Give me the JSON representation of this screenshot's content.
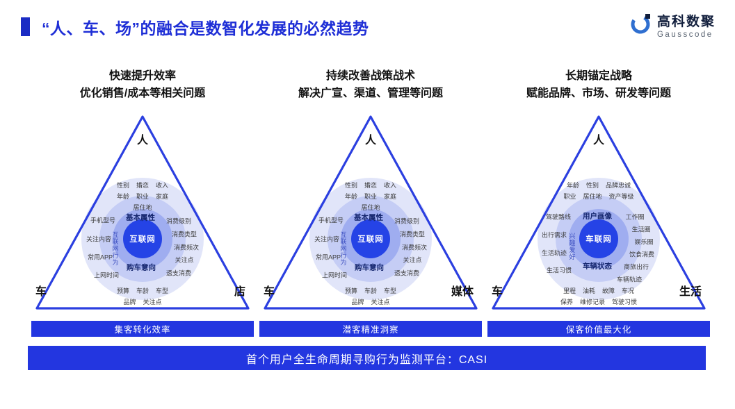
{
  "header": {
    "title": "“人、车、场”的融合是数智化发展的必然趋势",
    "logo": {
      "name": "高科数聚",
      "sub": "Gausscode"
    }
  },
  "columns": [
    {
      "heading_line1": "快速提升效率",
      "heading_line2": "优化销售/成本等相关问题",
      "vertices": {
        "top": "人",
        "left": "车",
        "right": "店"
      },
      "center": "互联网",
      "ring_top_label": "基本属性",
      "ring_bottom_label": "购车意向",
      "vertical_label": "互联网行为",
      "top_labels": [
        [
          "性别",
          "婚恋",
          "收入"
        ],
        [
          "年龄",
          "职业",
          "家庭"
        ],
        [
          "居住地"
        ]
      ],
      "left_labels": [
        "手机型号",
        "关注内容",
        "常用APP",
        "上网时间"
      ],
      "right_labels": [
        "消费级别",
        "消费类型",
        "消费频次",
        "关注点",
        "透支消费"
      ],
      "bottom_labels": [
        [
          "预算",
          "车龄",
          "车型"
        ],
        [
          "品牌",
          "关注点"
        ]
      ],
      "bar": "集客转化效率"
    },
    {
      "heading_line1": "持续改善战策战术",
      "heading_line2": "解决广宣、渠道、管理等问题",
      "vertices": {
        "top": "人",
        "left": "车",
        "right": "媒体"
      },
      "center": "互联网",
      "ring_top_label": "基本属性",
      "ring_bottom_label": "购车意向",
      "vertical_label": "互联网行为",
      "top_labels": [
        [
          "性别",
          "婚恋",
          "收入"
        ],
        [
          "年龄",
          "职业",
          "家庭"
        ],
        [
          "居住地"
        ]
      ],
      "left_labels": [
        "手机型号",
        "关注内容",
        "常用APP",
        "上网时间"
      ],
      "right_labels": [
        "消费级别",
        "消费类型",
        "消费频次",
        "关注点",
        "透支消费"
      ],
      "bottom_labels": [
        [
          "预算",
          "车龄",
          "车型"
        ],
        [
          "品牌",
          "关注点"
        ]
      ],
      "bar": "潜客精准洞察"
    },
    {
      "heading_line1": "长期锚定战略",
      "heading_line2": "赋能品牌、市场、研发等问题",
      "vertices": {
        "top": "人",
        "left": "车",
        "right": "生活"
      },
      "center": "车联网",
      "ring_top_label": "用户画像",
      "ring_bottom_label": "车辆状态",
      "vertical_label": "兴趣爱好",
      "top_labels": [
        [
          "年龄",
          "性别",
          "品牌忠诚"
        ],
        [
          "职业",
          "居住地",
          "资产等级"
        ]
      ],
      "left_labels": [
        "驾驶路线",
        "出行需求",
        "生活轨迹",
        "生活习惯"
      ],
      "right_labels": [
        "工作圈",
        "生活圈",
        "娱乐圈",
        "饮食消费",
        "商旅出行",
        "车辆轨迹"
      ],
      "bottom_labels": [
        [
          "里程",
          "油耗",
          "故障",
          "车况"
        ],
        [
          "保养",
          "维修记录",
          "驾驶习惯"
        ]
      ],
      "bar": "保客价值最大化"
    }
  ],
  "footer": {
    "text": "首个用户全生命周期寻购行为监测平台：CASI"
  }
}
